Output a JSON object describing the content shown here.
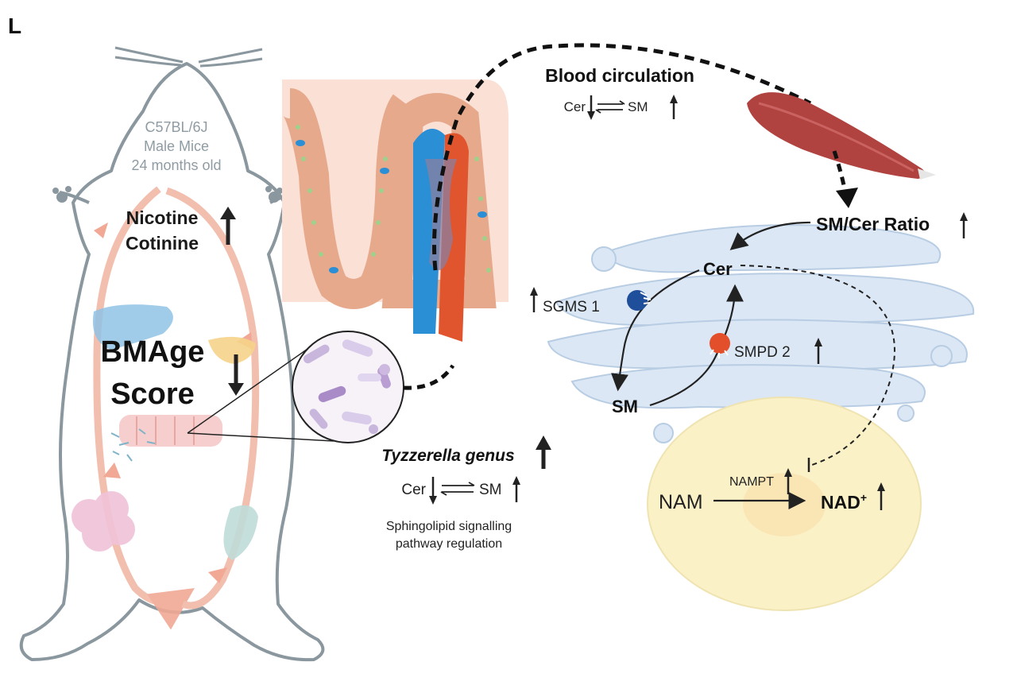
{
  "panel_letter": "L",
  "mouse": {
    "strain": "C57BL/6J",
    "sex": "Male Mice",
    "age": "24 months old",
    "marker_1": "Nicotine",
    "marker_2": "Cotinine",
    "score_line1": "BMAge",
    "score_line2": "Score"
  },
  "circulation": {
    "title": "Blood circulation",
    "left": "Cer",
    "right": "SM"
  },
  "microbe": {
    "genus": "Tyzzerella genus",
    "left": "Cer",
    "right": "SM",
    "note_line1": "Sphingolipid signalling",
    "note_line2": "pathway regulation"
  },
  "muscle_cell": {
    "ratio": "SM/Cer Ratio",
    "cer": "Cer",
    "sm": "SM",
    "sgms": "SGMS 1",
    "smpd": "SMPD 2",
    "nam": "NAM",
    "nampt": "NAMPT",
    "nad": "NAD",
    "nad_sup": "+"
  },
  "colors": {
    "outline": "#8a979e",
    "loop": "#f1b8a6",
    "blood_blue": "#2b8fd6",
    "blood_red": "#e0552d",
    "muscle": "#b0433f",
    "golgi": "#dbe7f4",
    "nucleus": "#fbf1c7",
    "sgms_enzyme": "#1f4e9a",
    "smpd_enzyme": "#e24f2a"
  }
}
